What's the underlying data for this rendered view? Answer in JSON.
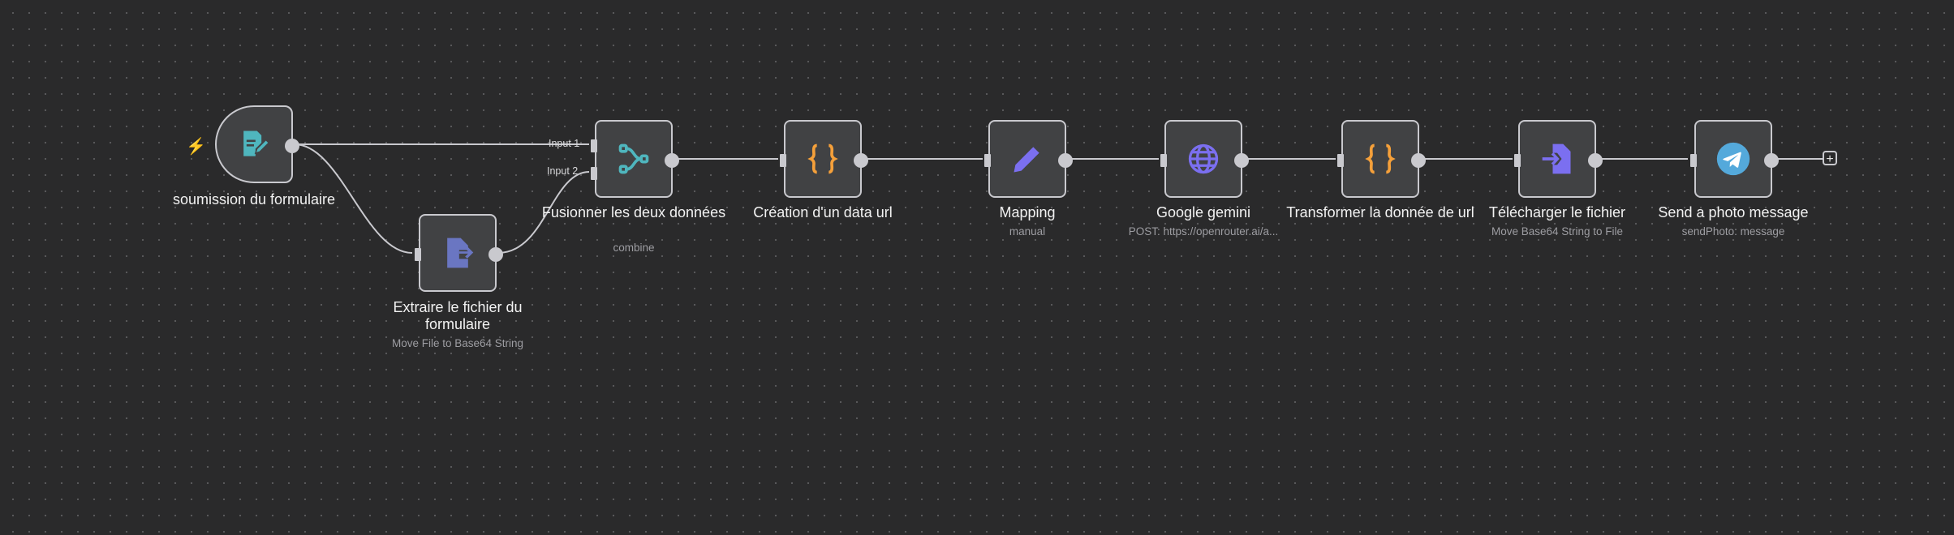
{
  "nodes": [
    {
      "id": "trigger",
      "label": "soumission du formulaire",
      "subtitle": ""
    },
    {
      "id": "extract",
      "label": "Extraire le fichier du formulaire",
      "subtitle": "Move File to Base64 String"
    },
    {
      "id": "merge",
      "label": "Fusionner les deux données",
      "subtitle": "combine",
      "inputs": [
        "Input 1",
        "Input 2"
      ]
    },
    {
      "id": "data-url",
      "label": "Création d'un data url",
      "subtitle": ""
    },
    {
      "id": "mapping",
      "label": "Mapping",
      "subtitle": "manual"
    },
    {
      "id": "gemini",
      "label": "Google gemini",
      "subtitle": "POST: https://openrouter.ai/a..."
    },
    {
      "id": "transform",
      "label": "Transformer la donnée de url",
      "subtitle": ""
    },
    {
      "id": "download",
      "label": "Télécharger le fichier",
      "subtitle": "Move Base64 String to File"
    },
    {
      "id": "telegram",
      "label": "Send a photo message",
      "subtitle": "sendPhoto: message"
    }
  ],
  "add_button": "+",
  "colors": {
    "teal": "#4fb6be",
    "indigo": "#6a76c2",
    "purple": "#7b6ff0",
    "orange": "#f5a03a",
    "telegram": "#54a9db",
    "trigger": "#e8664f"
  }
}
